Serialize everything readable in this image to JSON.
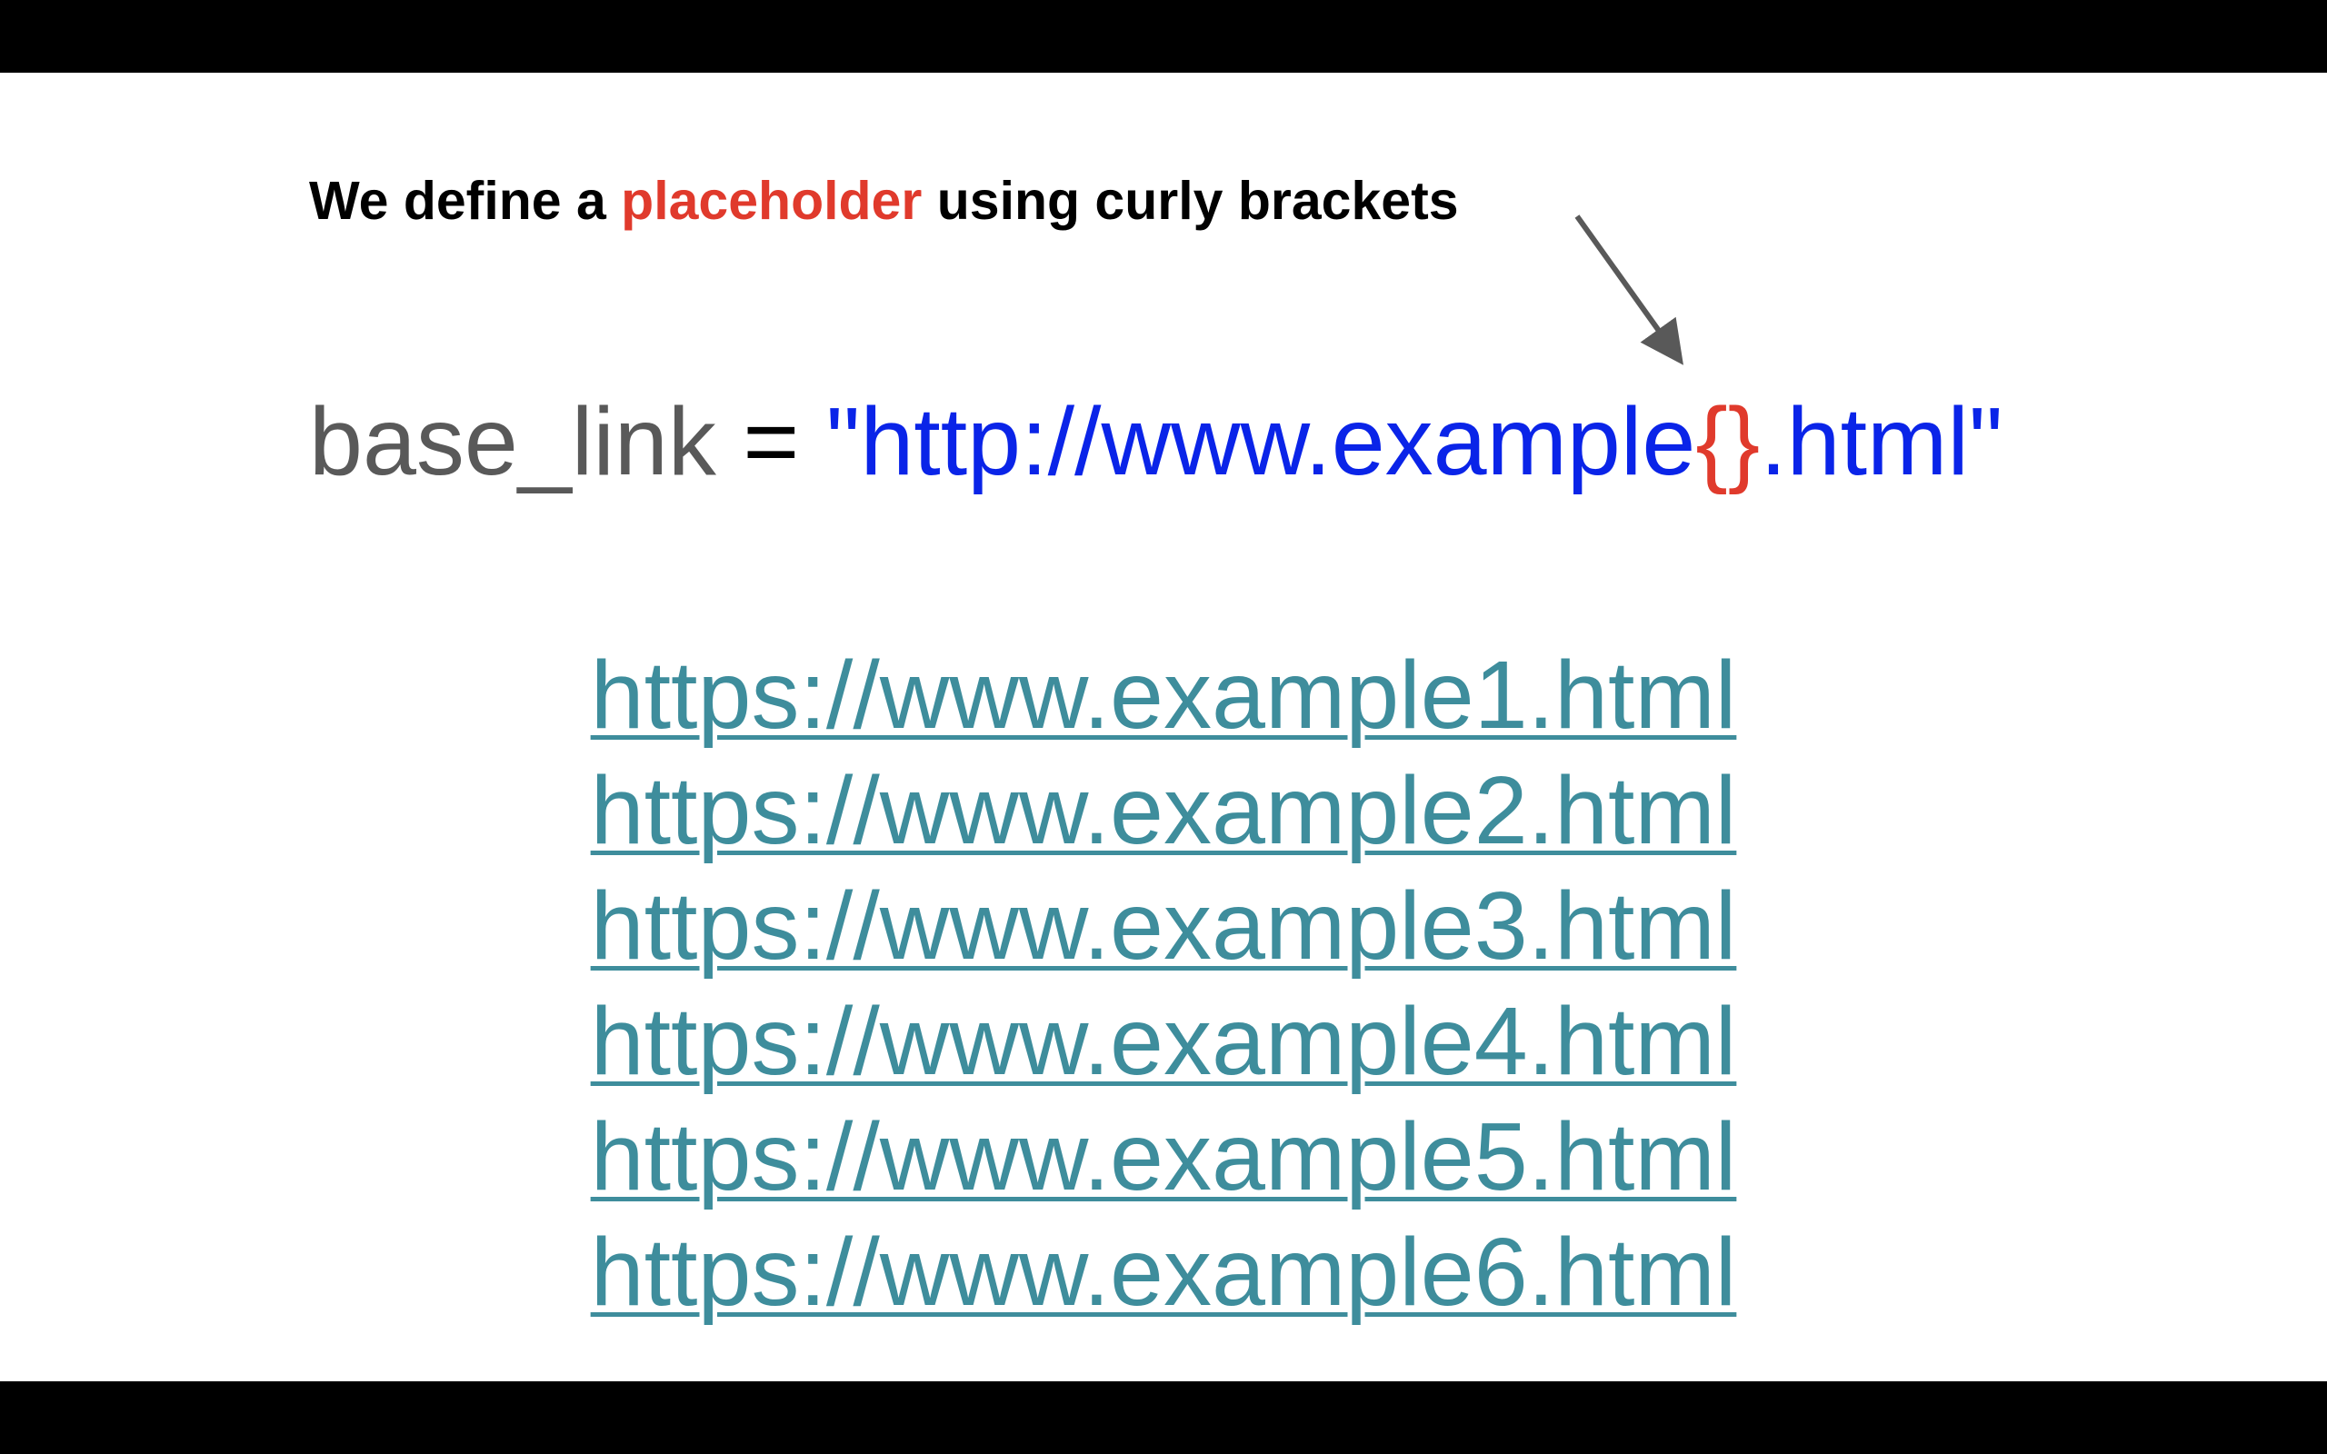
{
  "annotation": {
    "before": "We define a ",
    "highlight": "placeholder",
    "after": " using curly brackets"
  },
  "code": {
    "variable": "base_link",
    "operator": " = ",
    "string_start": "\"http://www.example",
    "placeholder": "{}",
    "string_end": ".html\""
  },
  "links": [
    "https://www.example1.html",
    "https://www.example2.html",
    "https://www.example3.html",
    "https://www.example4.html",
    "https://www.example5.html",
    "https://www.example6.html"
  ],
  "colors": {
    "highlight": "#e03a2c",
    "string": "#0a24e8",
    "variable": "#595959",
    "link": "#3e8d9c",
    "arrow": "#595959"
  }
}
